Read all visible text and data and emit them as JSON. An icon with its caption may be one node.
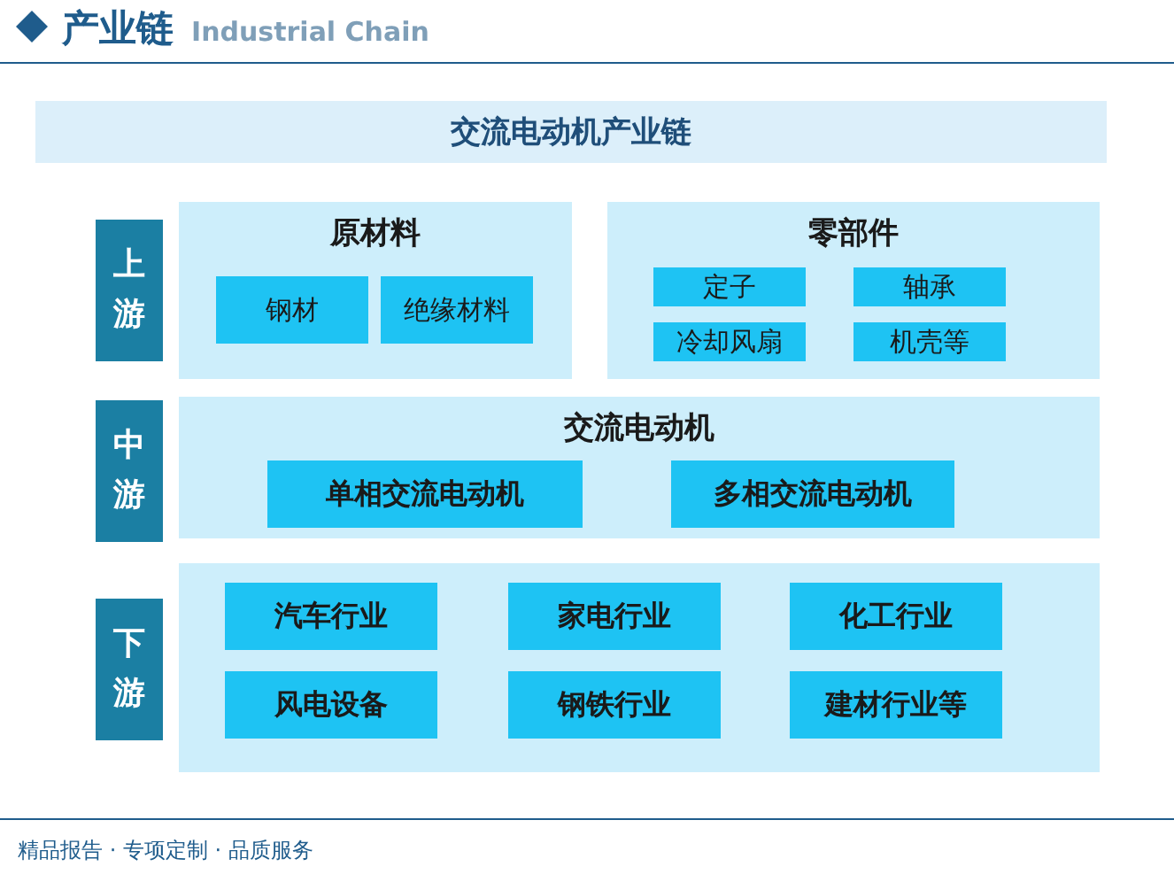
{
  "diagram": {
    "title": "产业链",
    "nodes": [
      {
        "text": [
          "交流电动机产业链"
        ]
      },
      {
        "text": [
          "上游"
        ]
      },
      {
        "text": [
          "原材料"
        ]
      },
      {
        "text": [
          "钢材"
        ],
        "in": 2
      },
      {
        "text": [
          "绝缘材料"
        ],
        "in": 2
      },
      {
        "text": [
          "零部件"
        ]
      },
      {
        "text": [
          "定子"
        ],
        "in": 5
      },
      {
        "text": [
          "轴承"
        ],
        "in": 5
      },
      {
        "text": [
          "冷却风扇"
        ],
        "in": 5
      },
      {
        "text": [
          "机壳等"
        ],
        "in": 5
      },
      {
        "text": [
          "中游"
        ]
      },
      {
        "text": [
          "交流电动机"
        ]
      },
      {
        "text": [
          "单相交流电动机"
        ],
        "in": 11
      },
      {
        "text": [
          "多相交流电动机"
        ],
        "in": 11
      },
      {
        "text": [
          "下游"
        ]
      },
      {
        "text": [],
        "shape": "box"
      },
      {
        "text": [
          "汽车行业"
        ],
        "in": 15
      },
      {
        "text": [
          "家电行业"
        ],
        "in": 15
      },
      {
        "text": [
          "化工行业"
        ],
        "in": 15
      },
      {
        "text": [
          "风电设备"
        ],
        "in": 15
      },
      {
        "text": [
          "钢铁行业"
        ],
        "in": 15
      },
      {
        "text": [
          "建材行业等"
        ],
        "in": 15
      }
    ],
    "edges": [],
    "labels": [
      "Industrial Chain",
      "精品报告 · 专项定制 · 品质服务"
    ]
  }
}
